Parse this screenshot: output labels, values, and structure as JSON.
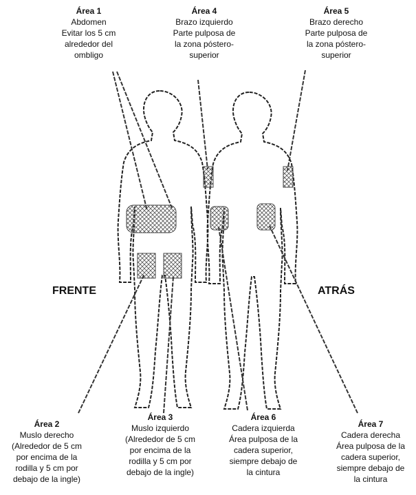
{
  "areas": {
    "a1": {
      "title": "Área 1",
      "lines": [
        "Abdomen",
        "Evitar los 5 cm",
        "alrededor del",
        "ombligo"
      ]
    },
    "a4": {
      "title": "Área 4",
      "lines": [
        "Brazo izquierdo",
        "Parte pulposa de",
        "la zona póstero-",
        "superior"
      ]
    },
    "a5": {
      "title": "Área 5",
      "lines": [
        "Brazo derecho",
        "Parte pulposa de",
        "la zona póstero-",
        "superior"
      ]
    },
    "a2": {
      "title": "Área 2",
      "lines": [
        "Muslo derecho",
        "(Alrededor de 5 cm",
        "por encima de la",
        "rodilla y 5 cm por",
        "debajo de la ingle)"
      ]
    },
    "a3": {
      "title": "Área 3",
      "lines": [
        "Muslo izquierdo",
        "(Alrededor de 5 cm",
        "por encima de la",
        "rodilla y 5 cm por",
        "debajo de la ingle)"
      ]
    },
    "a6": {
      "title": "Área 6",
      "lines": [
        "Cadera izquierda",
        "Área pulposa de la",
        "cadera superior,",
        "siempre debajo de",
        "la cintura"
      ]
    },
    "a7": {
      "title": "Área 7",
      "lines": [
        "Cadera derecha",
        "Área pulposa de la",
        "cadera superior,",
        "siempre debajo de",
        "la cintura"
      ]
    }
  },
  "front_label": "FRENTE",
  "back_label": "ATRÁS"
}
